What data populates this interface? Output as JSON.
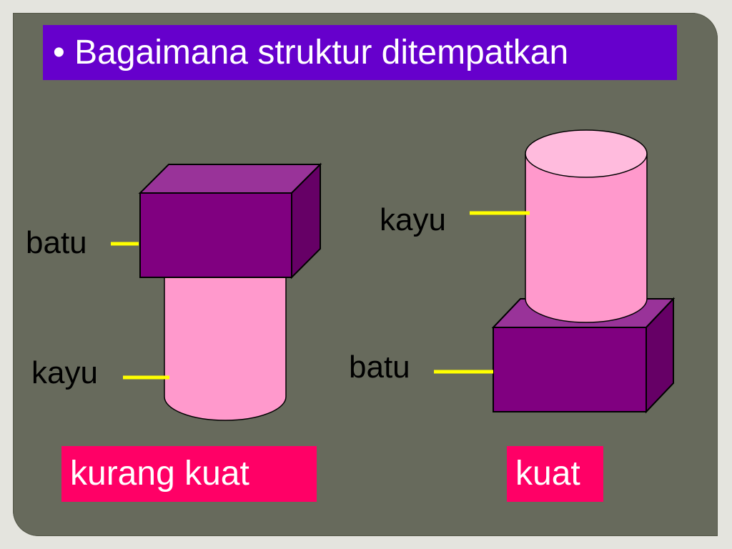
{
  "title": "• Bagaimana struktur ditempatkan",
  "left_structure": {
    "top_label": "batu",
    "bottom_label": "kayu",
    "verdict": "kurang kuat"
  },
  "right_structure": {
    "top_label": "kayu",
    "bottom_label": "batu",
    "verdict": "kuat"
  },
  "colors": {
    "frame": "#676a5c",
    "title_bg": "#6600cc",
    "stone_front": "#800080",
    "stone_top": "#993399",
    "stone_side": "#660066",
    "wood_body": "#ff99cc",
    "wood_top": "#ffbbdd",
    "leader_line": "#ffff00",
    "verdict_bg": "#ff0066"
  }
}
